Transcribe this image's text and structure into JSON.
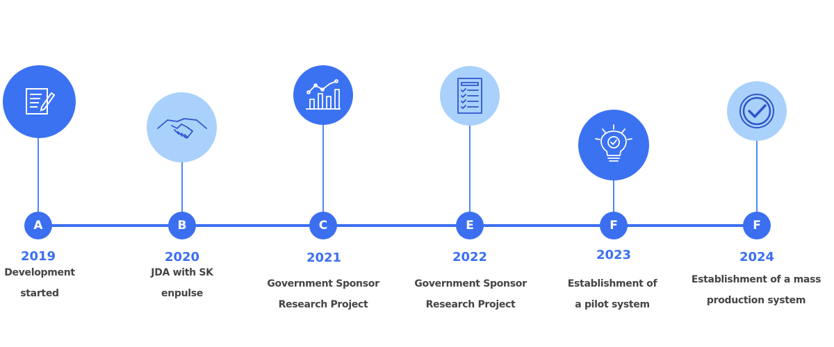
{
  "colors": {
    "accent": "#3b6ff0",
    "dark_circle": "#3b72f2",
    "light_circle": "#a9d1fb",
    "text": "#444444"
  },
  "milestones": [
    {
      "marker": "A",
      "year": "2019",
      "line1": "Development",
      "line2": "started",
      "icon": "document-edit-icon"
    },
    {
      "marker": "B",
      "year": "2020",
      "line1": "JDA with SK",
      "line2": "enpulse",
      "icon": "handshake-icon"
    },
    {
      "marker": "C",
      "year": "2021",
      "line1": "Government Sponsor",
      "line2": "Research Project",
      "icon": "growth-chart-icon"
    },
    {
      "marker": "E",
      "year": "2022",
      "line1": "Government Sponsor",
      "line2": "Research Project",
      "icon": "checklist-icon"
    },
    {
      "marker": "F",
      "year": "2023",
      "line1": "Establishment of",
      "line2": "a pilot system",
      "icon": "lightbulb-icon"
    },
    {
      "marker": "F",
      "year": "2024",
      "line1": "Establishment of a mass",
      "line2": "production system",
      "icon": "check-circle-icon"
    }
  ]
}
